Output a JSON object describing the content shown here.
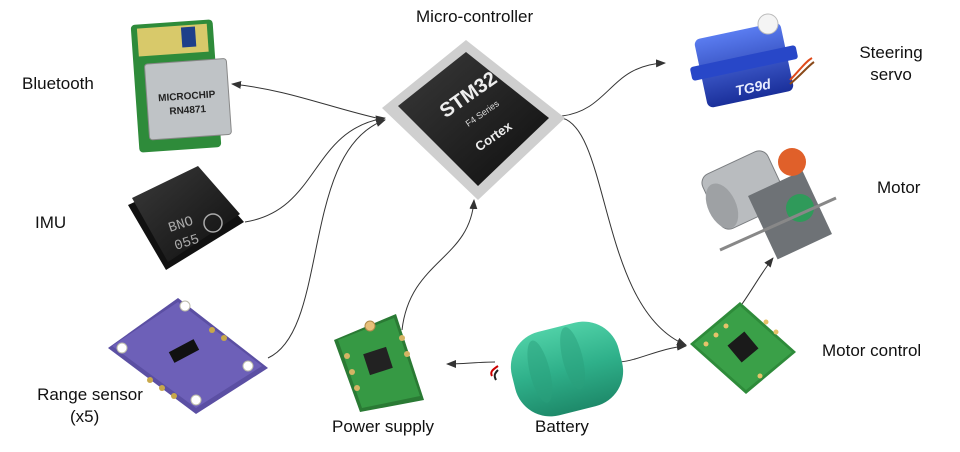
{
  "labels": {
    "mcu": "Micro-controller",
    "bluetooth": "Bluetooth",
    "imu": "IMU",
    "range_line1": "Range sensor",
    "range_line2": "(x5)",
    "power": "Power supply",
    "battery": "Battery",
    "motor_control": "Motor control",
    "motor": "Motor",
    "servo_line1": "Steering",
    "servo_line2": "servo"
  },
  "chip_text": {
    "mcu_brand": "STM32",
    "mcu_series": "F4 Series",
    "mcu_core": "Cortex",
    "bt_brand": "MICROCHIP",
    "bt_model": "RN4871",
    "imu_line1": "BNO",
    "imu_line2": "055",
    "servo_model": "TG9d"
  },
  "colors": {
    "arrow": "#333333",
    "pcb_green": "#2e7d3a",
    "pcb_purple": "#5b4fa3",
    "chip_black": "#1b1b1b",
    "battery_green": "#2fb08a",
    "servo_blue": "#1f3fb8"
  }
}
